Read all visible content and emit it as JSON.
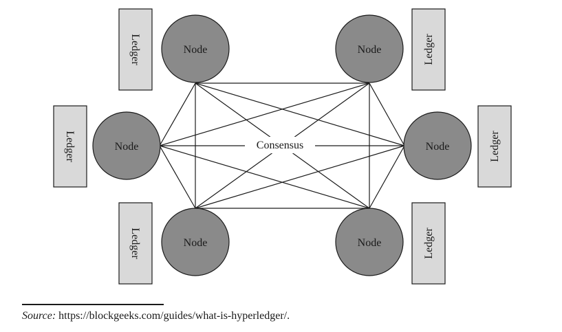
{
  "diagram": {
    "center_label": "Consensus",
    "node_label": "Node",
    "ledger_label": "Ledger",
    "colors": {
      "node_fill": "#8a8a8a",
      "ledger_fill": "#d9d9d9",
      "stroke": "#1a1a1a"
    },
    "nodes": [
      {
        "label": "Node"
      },
      {
        "label": "Node"
      },
      {
        "label": "Node"
      },
      {
        "label": "Node"
      },
      {
        "label": "Node"
      },
      {
        "label": "Node"
      }
    ],
    "ledgers": [
      {
        "label": "Ledger"
      },
      {
        "label": "Ledger"
      },
      {
        "label": "Ledger"
      },
      {
        "label": "Ledger"
      },
      {
        "label": "Ledger"
      },
      {
        "label": "Ledger"
      }
    ]
  },
  "source": {
    "label": "Source:",
    "text": " https://blockgeeks.com/guides/what-is-hyperledger/."
  }
}
